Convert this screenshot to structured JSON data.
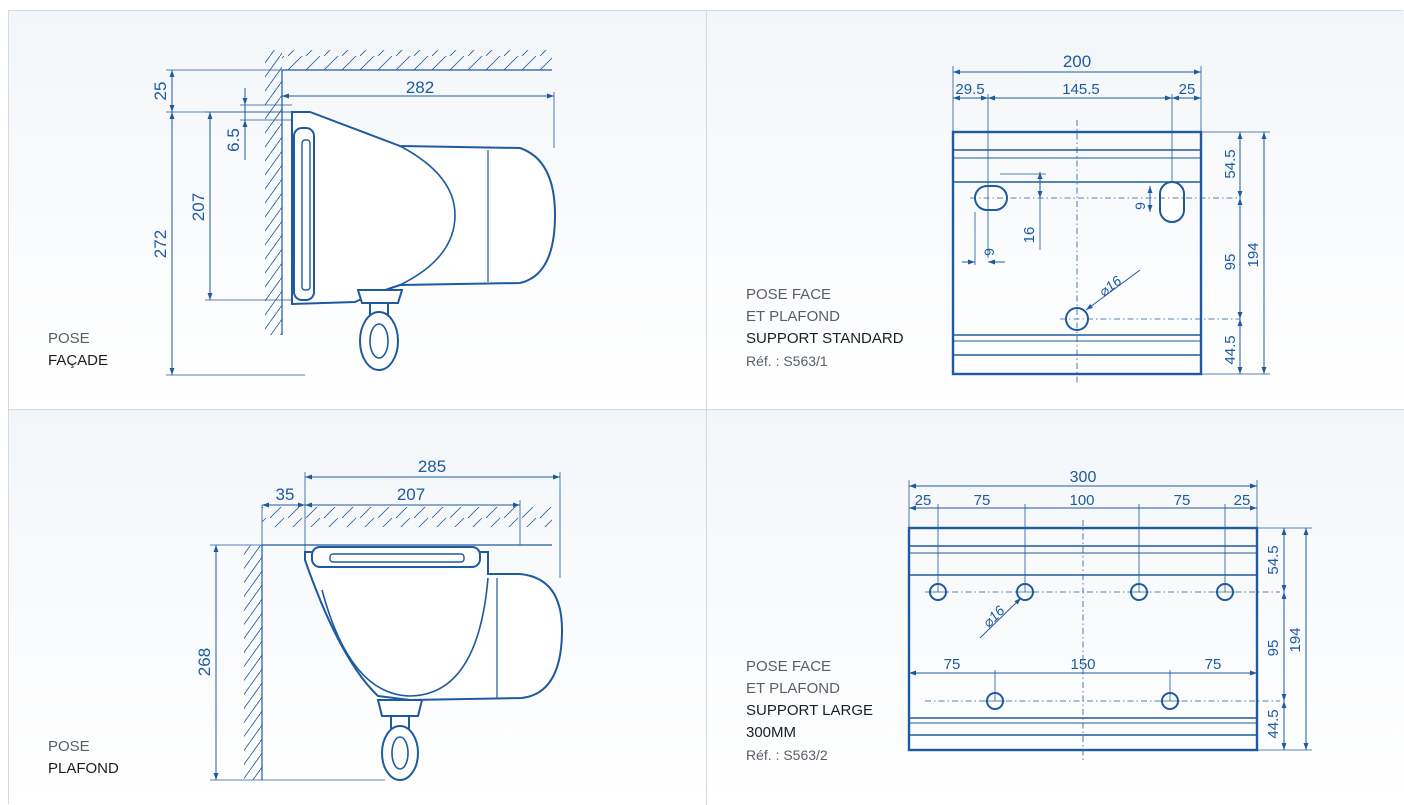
{
  "colors": {
    "drawing": "#1e5aa0",
    "caption_dark": "#1b1e22",
    "caption_light": "#5a5f66",
    "panel_top": "#f3f6f9"
  },
  "panels": {
    "facade": {
      "caption": {
        "line1": "POSE",
        "line2": "FAÇADE"
      },
      "dims": {
        "d25": "25",
        "d282": "282",
        "d6_5": "6.5",
        "d272": "272",
        "d207": "207"
      }
    },
    "support_standard": {
      "caption": {
        "line1": "POSE FACE",
        "line2": "ET PLAFOND",
        "line3": "SUPPORT STANDARD",
        "ref": "Réf. : S563/1"
      },
      "dims": {
        "d200": "200",
        "d29_5": "29.5",
        "d145_5": "145.5",
        "d25": "25",
        "d54_5": "54.5",
        "d9a": "9",
        "d16": "16",
        "d9b": "9",
        "d95": "95",
        "d194": "194",
        "dphi16": "⌀16",
        "d44_5": "44.5"
      }
    },
    "plafond": {
      "caption": {
        "line1": "POSE",
        "line2": "PLAFOND"
      },
      "dims": {
        "d285": "285",
        "d35": "35",
        "d207": "207",
        "d268": "268"
      }
    },
    "support_large": {
      "caption": {
        "line1": "POSE FACE",
        "line2": "ET PLAFOND",
        "line3": "SUPPORT LARGE",
        "line4": "300MM",
        "ref": "Réf. : S563/2"
      },
      "dims": {
        "d300": "300",
        "d25a": "25",
        "d75a": "75",
        "d100": "100",
        "d75b": "75",
        "d25b": "25",
        "dphi16": "⌀16",
        "d75c": "75",
        "d150": "150",
        "d75d": "75",
        "d54_5": "54.5",
        "d95": "95",
        "d194": "194",
        "d44_5": "44.5"
      }
    }
  }
}
